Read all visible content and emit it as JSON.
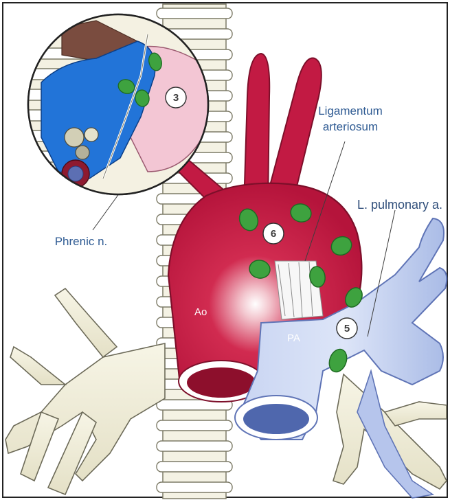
{
  "labels": {
    "ligamentum_line1": "Ligamentum",
    "ligamentum_line2": "arteriosum",
    "left_pulmonary": "L. pulmonary a.",
    "phrenic": "Phrenic n.",
    "aorta": "Ao",
    "pulmonary_artery": "PA"
  },
  "node_stations": {
    "station_3": "3",
    "station_6": "6",
    "station_5": "5"
  },
  "colors": {
    "aorta": "#c0163e",
    "aorta_dark": "#8d0f2c",
    "pulmonary_artery": "#b9c8ec",
    "pulmonary_dark": "#8ea3d6",
    "lymph_node": "#3a9a3e",
    "trachea": "#f1eed8",
    "vein": "#1f6fd1",
    "label_text": "#2f5b93"
  }
}
